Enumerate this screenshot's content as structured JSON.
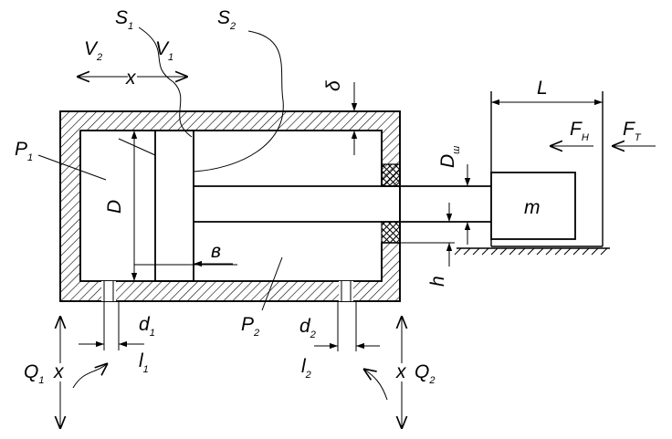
{
  "labels": {
    "S1": {
      "main": "S",
      "sub": "1"
    },
    "S2": {
      "main": "S",
      "sub": "2"
    },
    "V2": {
      "main": "V",
      "sub": "2"
    },
    "V1": {
      "main": "V",
      "sub": "1"
    },
    "x_top": "x",
    "P1": {
      "main": "P",
      "sub": "1"
    },
    "P2": {
      "main": "P",
      "sub": "2"
    },
    "D": "D",
    "b": "в",
    "delta": "δ",
    "Dsh": {
      "main": "D",
      "sub": "ш"
    },
    "L": "L",
    "FN": {
      "main": "F",
      "sub": "Н"
    },
    "FT": {
      "main": "F",
      "sub": "Т"
    },
    "m": "m",
    "h": "h",
    "d1": {
      "main": "d",
      "sub": "1"
    },
    "l1": {
      "main": "l",
      "sub": "1"
    },
    "d2": {
      "main": "d",
      "sub": "2"
    },
    "l2": {
      "main": "l",
      "sub": "2"
    },
    "Q1": {
      "main": "Q",
      "sub": "1"
    },
    "Q2": {
      "main": "Q",
      "sub": "2"
    },
    "x_left": "x",
    "x_right": "x"
  }
}
